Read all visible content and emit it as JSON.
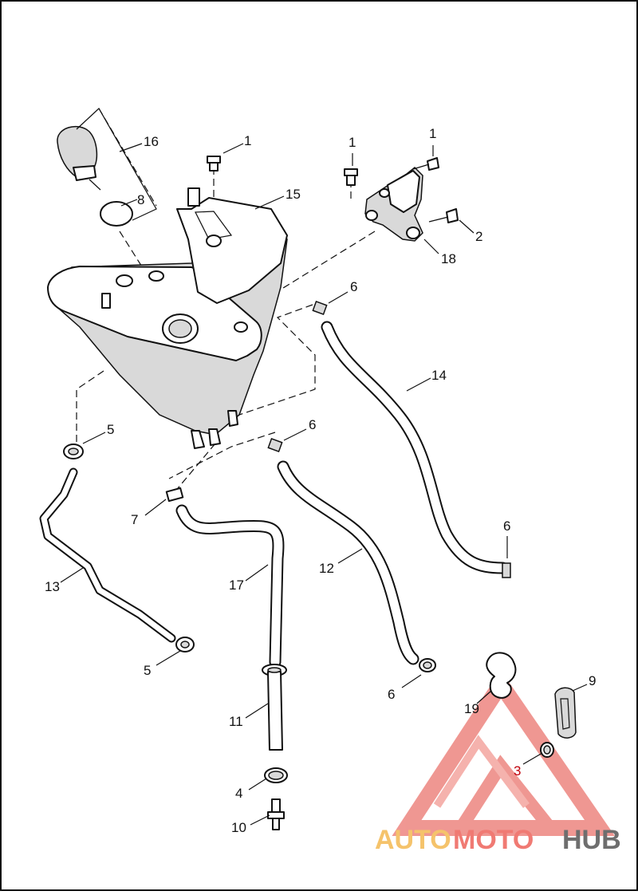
{
  "diagram": {
    "labels": {
      "l16": "16",
      "l8": "8",
      "l1a": "1",
      "l15": "15",
      "l1b": "1",
      "l1c": "1",
      "l2": "2",
      "l18": "18",
      "l6a": "6",
      "l14": "14",
      "l5a": "5",
      "l6b": "6",
      "l7": "7",
      "l13": "13",
      "l17": "17",
      "l12": "12",
      "l6c": "6",
      "l5b": "5",
      "l6d": "6",
      "l9": "9",
      "l19": "19",
      "l11": "11",
      "l3": "3",
      "l4": "4",
      "l10": "10"
    },
    "highlight_color": "#c0000b"
  },
  "watermark": {
    "auto": "AUTO",
    "moto": "MOTO",
    "hub": "HUB",
    "colors": {
      "auto": "#f5c36b",
      "moto": "#f07a73",
      "hub": "#6e6e6e",
      "logo": "#ee8c87"
    }
  }
}
